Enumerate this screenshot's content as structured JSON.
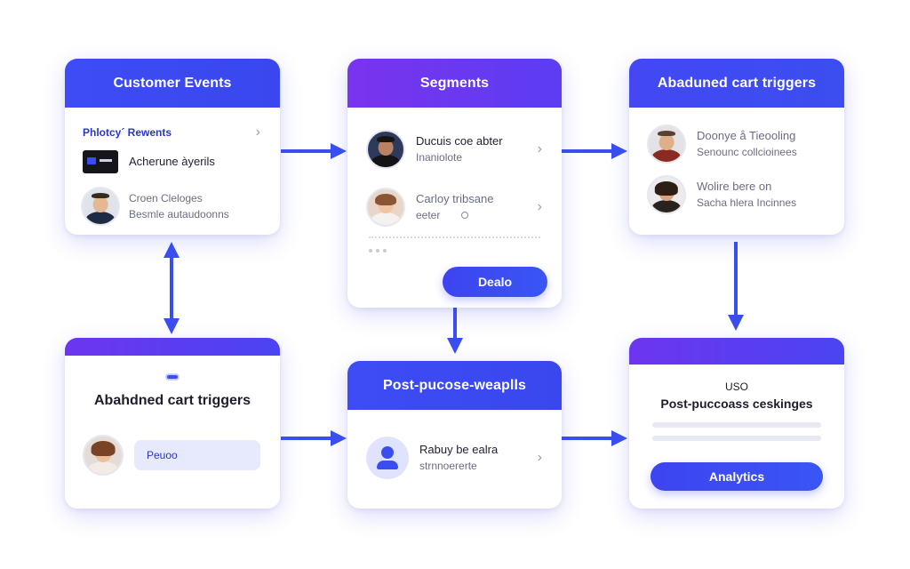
{
  "colors": {
    "accent_blue": "#3d4cf5",
    "accent_purple": "#7a33ee",
    "arrow": "#3a4ef0"
  },
  "cards": {
    "customer_events": {
      "title": "Customer Events",
      "rows": [
        {
          "text": "Phlotcy´ Rewents",
          "icon": "chevron-right-icon"
        },
        {
          "text": "Acherune àyerils",
          "icon": "device-icon"
        },
        {
          "line1": "Croen Cleloges",
          "line2": "Besmle autaudoonns",
          "icon": "person-avatar-icon"
        }
      ]
    },
    "segments": {
      "title": "Segments",
      "rows": [
        {
          "line1": "Ducuis coe abter",
          "line2": "Inaniolote",
          "icon": "person-avatar-icon"
        },
        {
          "line1": "Carloy tribsane",
          "line2": "eeter",
          "icon": "person-avatar-icon"
        }
      ],
      "button": "Dealo"
    },
    "abandoned_top": {
      "title": "Abaduned cart triggers",
      "rows": [
        {
          "line1": "Doonye å Tieooling",
          "line2": "Senounc collcioinees",
          "icon": "person-avatar-icon"
        },
        {
          "line1": "Wolire bere on",
          "line2": "Sacha hlera Incinnes",
          "icon": "person-avatar-icon"
        }
      ]
    },
    "abandoned_bottom": {
      "title": "Abahdned cart triggers",
      "input_value": "Peuoo"
    },
    "post_purchase": {
      "title": "Post-pucose-weaplls",
      "row": {
        "line1": "Rabuy be ealra",
        "line2": "strnnoererte",
        "icon": "user-avatar-icon"
      }
    },
    "post_purchase_right": {
      "label": "USO",
      "title": "Post-puccoass ceskinges",
      "button": "Analytics"
    }
  }
}
